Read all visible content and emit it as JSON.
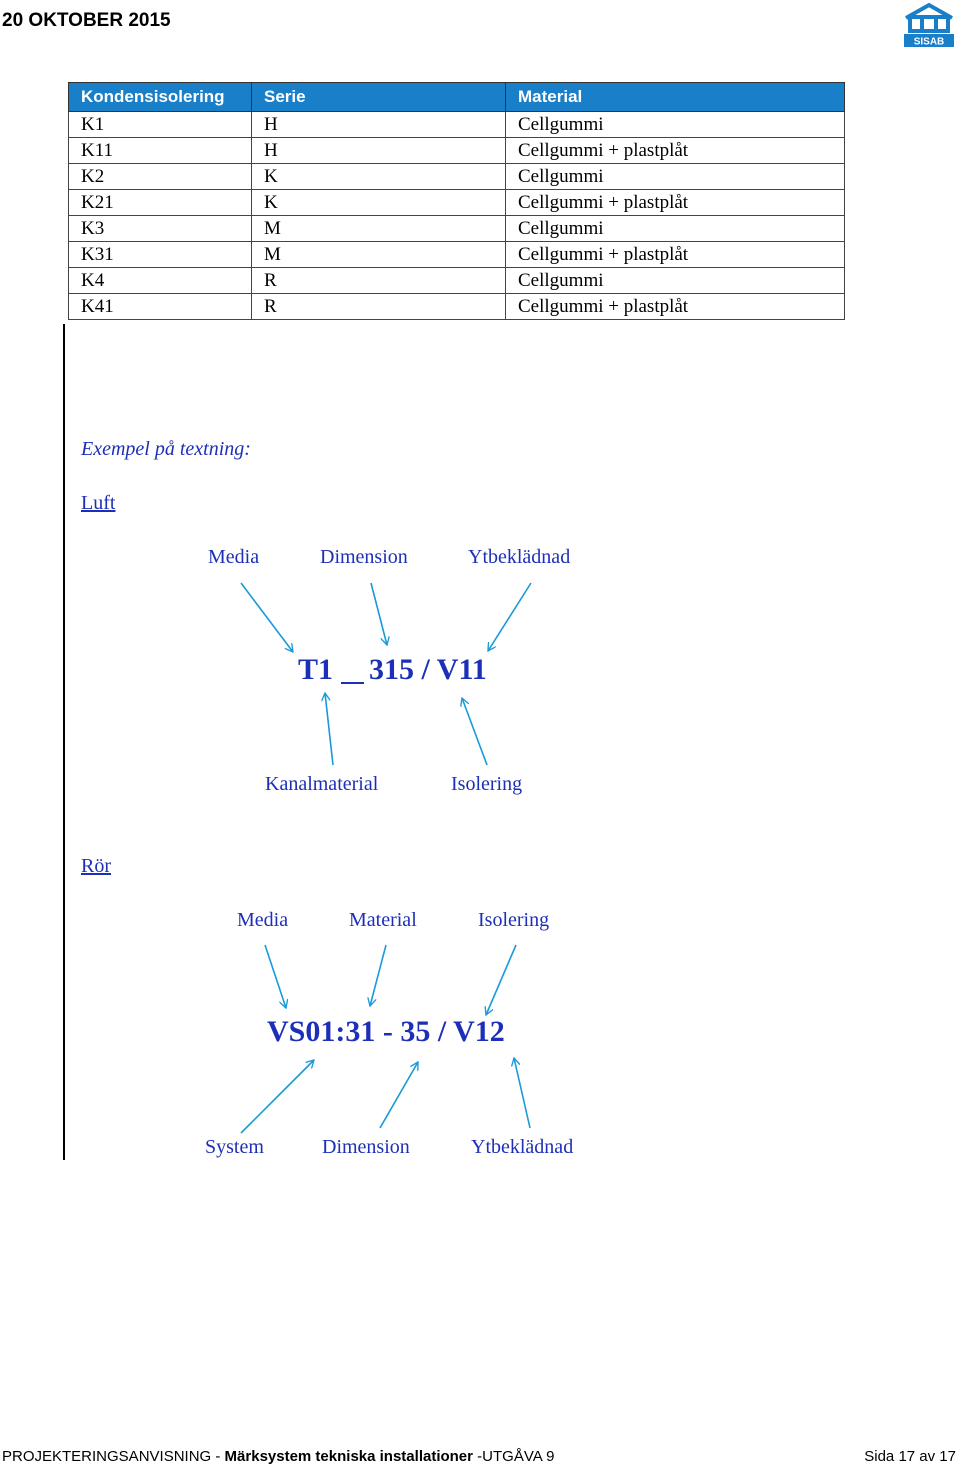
{
  "header": {
    "date": "20 OKTOBER 2015",
    "logo_text": "SISAB",
    "logo_color": "#1a7fc9"
  },
  "table": {
    "headers": [
      "Kondensisolering",
      "Serie",
      "Material"
    ],
    "header_bg": "#1a7fc9",
    "rows": [
      [
        "K1",
        "H",
        "Cellgummi"
      ],
      [
        "K11",
        "H",
        "Cellgummi + plastplåt"
      ],
      [
        "K2",
        "K",
        "Cellgummi"
      ],
      [
        "K21",
        "K",
        "Cellgummi + plastplåt"
      ],
      [
        "K3",
        "M",
        "Cellgummi"
      ],
      [
        "K31",
        "M",
        "Cellgummi + plastplåt"
      ],
      [
        "K4",
        "R",
        "Cellgummi"
      ],
      [
        "K41",
        "R",
        "Cellgummi + plastplåt"
      ]
    ]
  },
  "example": {
    "heading": "Exempel på textning:",
    "text_color": "#1d2fb8",
    "arrow_color": "#1a9ad9",
    "luft": {
      "title": "Luft",
      "top_labels": [
        "Media",
        "Dimension",
        "Ytbeklädnad"
      ],
      "code_part1": "T1",
      "code_part2": "315 / V11",
      "bottom_labels": [
        "Kanalmaterial",
        "Isolering"
      ]
    },
    "ror": {
      "title": "Rör",
      "top_labels": [
        "Media",
        "Material",
        "Isolering"
      ],
      "code": "VS01:31 - 35 / V12",
      "bottom_labels": [
        "System",
        "Dimension",
        "Ytbeklädnad"
      ]
    }
  },
  "footer": {
    "left_plain": "PROJEKTERINGSANVISNING - ",
    "left_bold": "Märksystem tekniska installationer",
    "left_tail": " -UTGÅVA 9",
    "right": "Sida 17 av 17"
  }
}
